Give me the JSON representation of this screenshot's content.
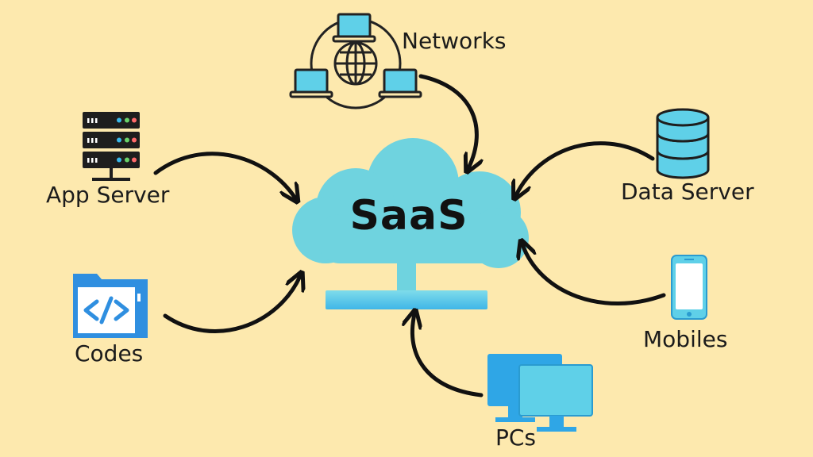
{
  "center": {
    "label": "SaaS"
  },
  "nodes": {
    "networks": {
      "label": "Networks",
      "icon": "network-globe-icon"
    },
    "app_server": {
      "label": "App Server",
      "icon": "server-rack-icon"
    },
    "data_server": {
      "label": "Data Server",
      "icon": "database-icon"
    },
    "codes": {
      "label": "Codes",
      "icon": "code-window-icon"
    },
    "mobiles": {
      "label": "Mobiles",
      "icon": "smartphone-icon"
    },
    "pcs": {
      "label": "PCs",
      "icon": "desktop-monitors-icon"
    }
  },
  "colors": {
    "background": "#fde9ae",
    "cloud": "#6fd3df",
    "accent_blue": "#2f8fe0",
    "dark": "#222222"
  }
}
